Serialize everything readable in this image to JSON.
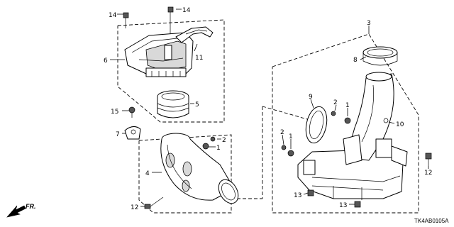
{
  "diagram": {
    "code": "TK4AB0105A",
    "direction_label": "FR.",
    "callouts": {
      "c1a": "1",
      "c1b": "1",
      "c1c": "1",
      "c2a": "2",
      "c2b": "2",
      "c2c": "2",
      "c3": "3",
      "c4": "4",
      "c5": "5",
      "c6": "6",
      "c7": "7",
      "c8": "8",
      "c9": "9",
      "c10": "10",
      "c11": "11",
      "c12a": "12",
      "c12b": "12",
      "c13a": "13",
      "c13b": "13",
      "c14a": "14",
      "c14b": "14",
      "c15": "15"
    }
  }
}
